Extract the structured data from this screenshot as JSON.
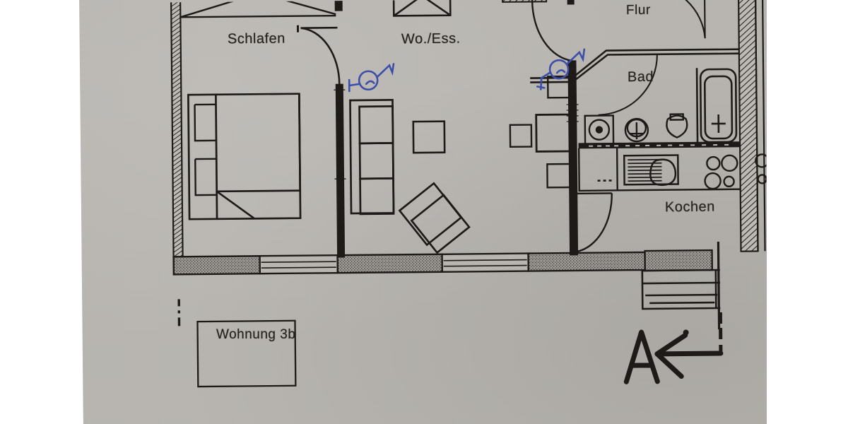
{
  "document": {
    "kind": "architectural-floor-plan-photo",
    "sheet_background": "#b9b6b1",
    "ink_color": "#1d1a18",
    "annotation_color": "#3b4ea8"
  },
  "rooms": [
    {
      "id": "schlafen",
      "label": "Schlafen",
      "meaning": "bedroom"
    },
    {
      "id": "wohnen_essen",
      "label": "Wo./Ess.",
      "meaning": "living / dining"
    },
    {
      "id": "flur",
      "label": "Flur",
      "meaning": "hallway"
    },
    {
      "id": "bad",
      "label": "Bad",
      "meaning": "bathroom"
    },
    {
      "id": "kochen",
      "label": "Kochen",
      "meaning": "kitchen"
    }
  ],
  "title_box": {
    "label": "Wohnung 3b"
  },
  "section_marker": {
    "letter": "A",
    "direction": "left",
    "line_style": "dash-dot"
  },
  "furniture": [
    {
      "name": "bed",
      "room": "schlafen"
    },
    {
      "name": "nightstand-upper",
      "room": "schlafen"
    },
    {
      "name": "nightstand-lower",
      "room": "schlafen"
    },
    {
      "name": "sofa-three-seat",
      "room": "wohnen_essen"
    },
    {
      "name": "coffee-table",
      "room": "wohnen_essen"
    },
    {
      "name": "armchair",
      "room": "wohnen_essen"
    },
    {
      "name": "dining-table",
      "room": "wohnen_essen"
    },
    {
      "name": "dining-chair-left",
      "room": "wohnen_essen"
    },
    {
      "name": "dining-chair-below",
      "room": "wohnen_essen"
    },
    {
      "name": "dining-chair-above",
      "room": "wohnen_essen"
    },
    {
      "name": "washing-machine",
      "room": "bad"
    },
    {
      "name": "sink",
      "room": "bad"
    },
    {
      "name": "toilet",
      "room": "bad"
    },
    {
      "name": "bathtub",
      "room": "bad"
    },
    {
      "name": "kitchen-sink",
      "room": "kochen"
    },
    {
      "name": "cooktop",
      "room": "kochen"
    },
    {
      "name": "counter",
      "room": "kochen"
    },
    {
      "name": "balcony-steps",
      "room": "exterior"
    }
  ],
  "hand_annotations": [
    {
      "name": "blue-pen-mark-left",
      "shape": "circle-with-leader-lines"
    },
    {
      "name": "blue-pen-mark-right",
      "shape": "circle-with-leader-lines"
    }
  ]
}
